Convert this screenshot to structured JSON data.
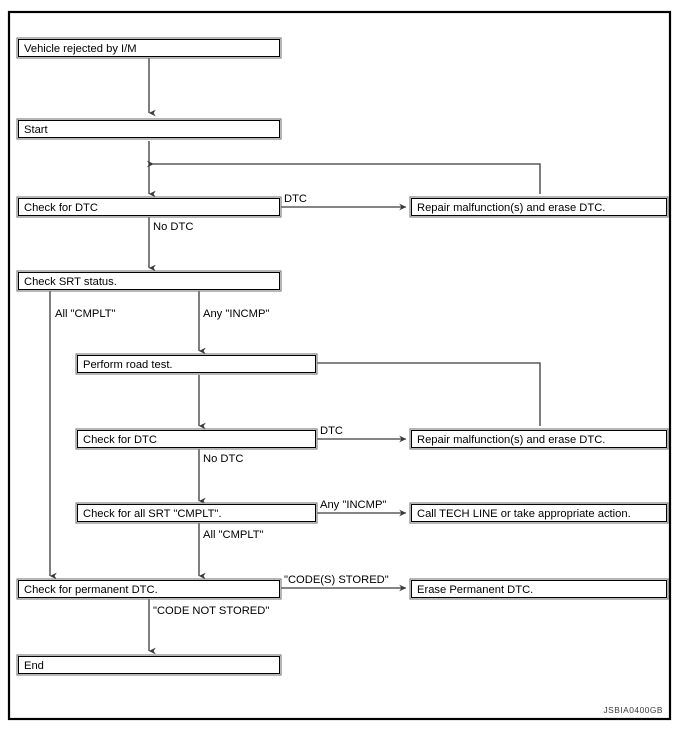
{
  "figure": {
    "code": "JSBIA0400GB",
    "frame_color": "#000000",
    "box_border_color": "#7a7a7a",
    "connector_color": "#3a3a3a",
    "text_color": "#000000"
  },
  "nodes": {
    "vehicle_rejected": "Vehicle rejected by I/M",
    "start": "Start",
    "check_dtc_1": "Check for DTC",
    "repair_1": "Repair malfunction(s) and erase DTC.",
    "check_srt_status": "Check SRT status.",
    "perform_road_test": "Perform road test.",
    "check_dtc_2": "Check for DTC",
    "repair_2": "Repair malfunction(s) and erase DTC.",
    "check_all_srt_cmplt": "Check for all SRT \"CMPLT\".",
    "call_tech_line": "Call TECH LINE or take appropriate action.",
    "check_permanent_dtc": "Check for permanent DTC.",
    "erase_permanent_dtc": "Erase Permanent DTC.",
    "end": "End"
  },
  "edge_labels": {
    "dtc_1": "DTC",
    "no_dtc_1": "No DTC",
    "all_cmplt_1": "All \"CMPLT\"",
    "any_incmp_1": "Any \"INCMP\"",
    "dtc_2": "DTC",
    "no_dtc_2": "No DTC",
    "any_incmp_2": "Any \"INCMP\"",
    "all_cmplt_2": "All \"CMPLT\"",
    "codes_stored": "\"CODE(S) STORED\"",
    "code_not_stored": "\"CODE NOT STORED\""
  },
  "chart_data": {
    "type": "flowchart",
    "title": "I/M inspection / SRT readiness work flow",
    "steps": [
      "Vehicle rejected by I/M",
      "Start",
      "Check for DTC",
      "Check SRT status.",
      "Perform road test.",
      "Check for DTC",
      "Check for all SRT \"CMPLT\".",
      "Check for permanent DTC.",
      "End"
    ],
    "branches": [
      {
        "from": "Check for DTC",
        "label": "DTC",
        "to": "Repair malfunction(s) and erase DTC."
      },
      {
        "from": "Check for DTC",
        "label": "No DTC",
        "to": "Check SRT status."
      },
      {
        "from": "Repair malfunction(s) and erase DTC.",
        "label": "",
        "to": "Check for DTC"
      },
      {
        "from": "Check SRT status.",
        "label": "All \"CMPLT\"",
        "to": "Check for permanent DTC."
      },
      {
        "from": "Check SRT status.",
        "label": "Any \"INCMP\"",
        "to": "Perform road test."
      },
      {
        "from": "Perform road test.",
        "label": "",
        "to": "Check for DTC"
      },
      {
        "from": "Check for DTC",
        "label": "DTC",
        "to": "Repair malfunction(s) and erase DTC."
      },
      {
        "from": "Repair malfunction(s) and erase DTC.",
        "label": "",
        "to": "Perform road test."
      },
      {
        "from": "Check for DTC",
        "label": "No DTC",
        "to": "Check for all SRT \"CMPLT\"."
      },
      {
        "from": "Check for all SRT \"CMPLT\".",
        "label": "Any \"INCMP\"",
        "to": "Call TECH LINE or take appropriate action."
      },
      {
        "from": "Check for all SRT \"CMPLT\".",
        "label": "All \"CMPLT\"",
        "to": "Check for permanent DTC."
      },
      {
        "from": "Check for permanent DTC.",
        "label": "\"CODE(S) STORED\"",
        "to": "Erase Permanent DTC."
      },
      {
        "from": "Check for permanent DTC.",
        "label": "\"CODE NOT STORED\"",
        "to": "End"
      }
    ]
  }
}
